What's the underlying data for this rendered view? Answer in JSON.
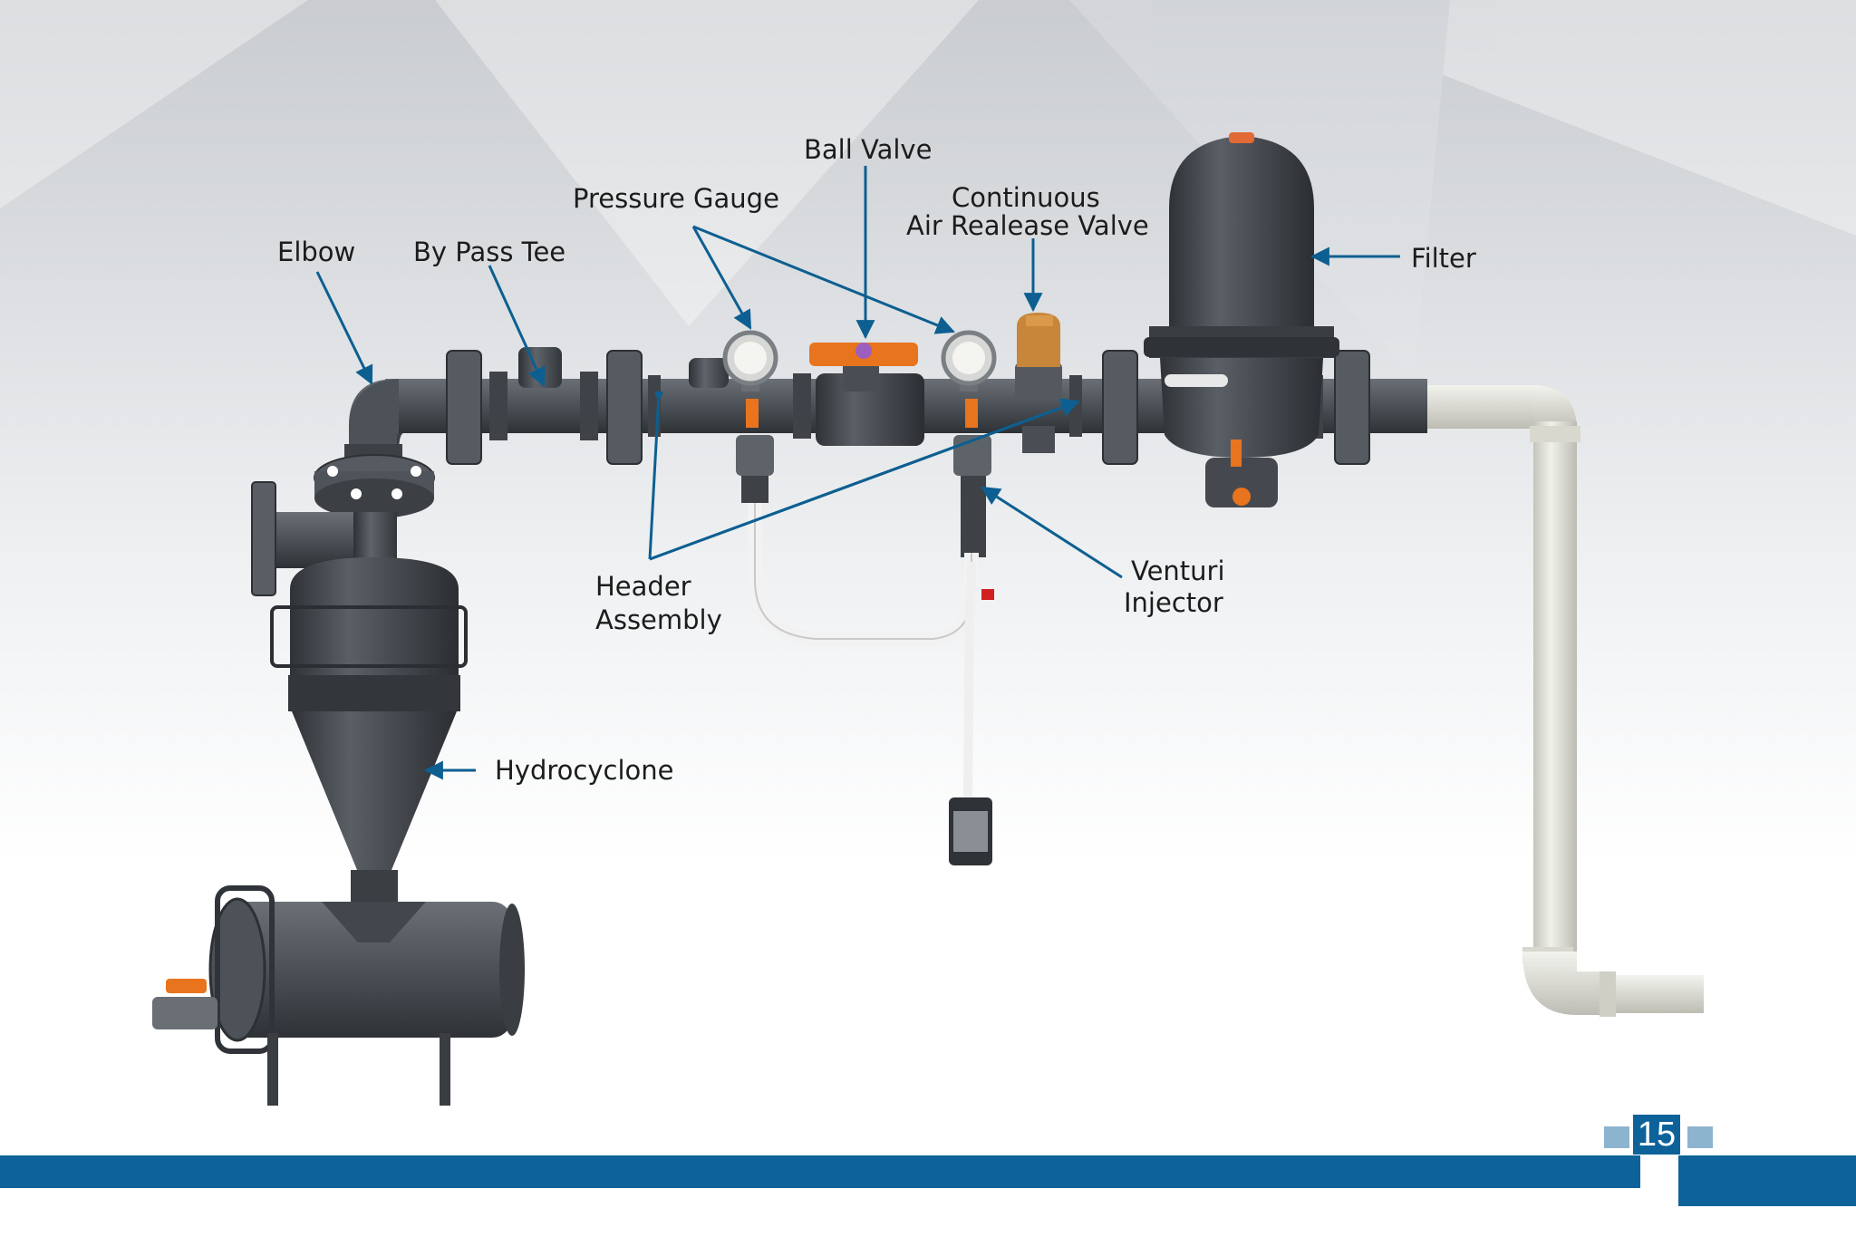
{
  "labels": {
    "ball_valve": "Ball Valve",
    "pressure_gauge": "Pressure Gauge",
    "continuous_air_release_valve_line1": "Continuous",
    "continuous_air_release_valve_line2": "Air Realease Valve",
    "elbow": "Elbow",
    "by_pass_tee": "By Pass Tee",
    "filter": "Filter",
    "header_assembly_line1": "Header",
    "header_assembly_line2": "Assembly",
    "venturi_injector_line1": "Venturi",
    "venturi_injector_line2": "Injector",
    "hydrocyclone": "Hydrocyclone"
  },
  "page_number": "15",
  "colors": {
    "arrow": "#0d5f91",
    "footer_band": "#0d6399",
    "footer_squares": "#8db4cf",
    "pipe_dark": "#4b4f55",
    "pipe_light": "#d9d9d0",
    "valve_handle": "#e8741e"
  }
}
